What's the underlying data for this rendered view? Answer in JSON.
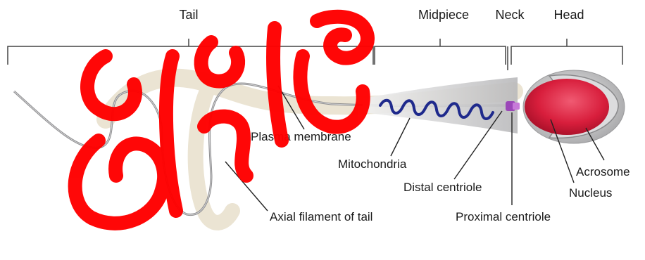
{
  "sections": {
    "tail": "Tail",
    "midpiece": "Midpiece",
    "neck": "Neck",
    "head": "Head"
  },
  "labels": {
    "plasma_membrane": "Plasma membrane",
    "mitochondria": "Mitochondria",
    "distal_centriole": "Distal centriole",
    "proximal_centriole": "Proximal centriole",
    "axial_filament": "Axial filament of tail",
    "acrosome": "Acrosome",
    "nucleus": "Nucleus"
  },
  "watermark": {
    "text": "ຄຶວູ",
    "color": "#ff0000"
  },
  "colors": {
    "nucleus": "#d81e3c",
    "acrosome": "#c8c8ca",
    "mitochondria": "#1f2a8c",
    "centriole": "#9b47b8",
    "membrane": "#e8e0cf"
  }
}
